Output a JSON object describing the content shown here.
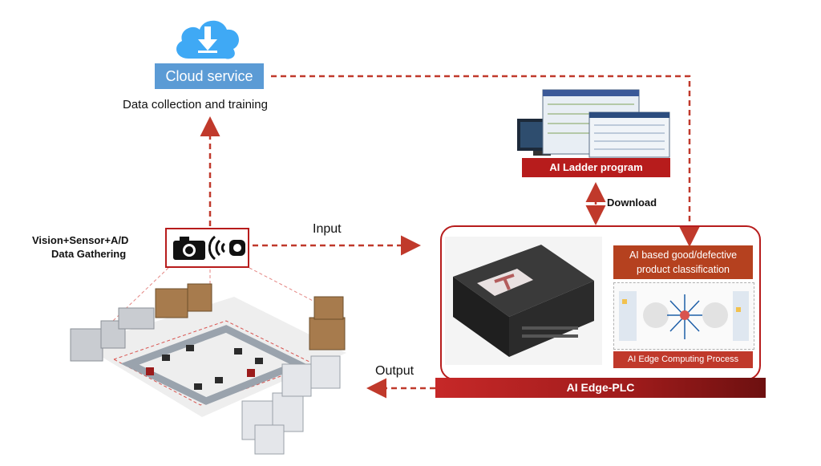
{
  "cloud": {
    "label": "Cloud service",
    "caption": "Data collection and training"
  },
  "gathering": {
    "line1": "Vision+Sensor+A/D",
    "line2": "Data Gathering"
  },
  "arrows": {
    "input": "Input",
    "output": "Output",
    "download": "Download"
  },
  "ladder": {
    "label": "AI Ladder program"
  },
  "plc": {
    "title": "AI Edge-PLC",
    "classification_line1": "AI based good/defective",
    "classification_line2": "product classification",
    "process_label": "AI Edge Computing Process"
  },
  "colors": {
    "accent_red": "#b71c1c",
    "cloud_blue": "#5b9bd5",
    "arrow_red": "#c0392b"
  }
}
